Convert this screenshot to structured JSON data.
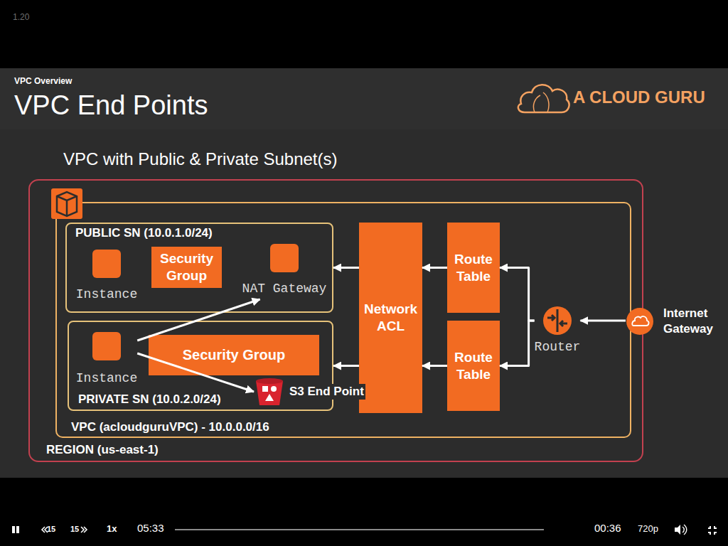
{
  "diagram": {
    "title": "VPC End Points",
    "nodes": [
      {
        "text": [
          "REGION (us-east-1)"
        ]
      },
      {
        "text": [
          "VPC (acloudguruVPC) - 10.0.0.0/16"
        ],
        "in": 0
      },
      {
        "text": [
          "PUBLIC SN (10.0.1.0/24)"
        ],
        "in": 1
      },
      {
        "text": [
          "Instance"
        ],
        "in": 2
      },
      {
        "text": [
          "Security Group"
        ],
        "in": 2
      },
      {
        "text": [
          "NAT Gateway"
        ],
        "in": 2
      },
      {
        "text": [
          "PRIVATE SN (10.0.2.0/24)"
        ],
        "in": 1
      },
      {
        "text": [
          "Instance"
        ],
        "in": 6
      },
      {
        "text": [
          "Security Group"
        ],
        "in": 6
      },
      {
        "text": [
          "S3 End Point"
        ],
        "in": 6
      },
      {
        "text": [
          "Network ACL"
        ],
        "in": 1
      },
      {
        "text": [
          "Route Table"
        ],
        "in": 1
      },
      {
        "text": [
          "Route Table"
        ],
        "in": 1
      },
      {
        "text": [
          "Router"
        ],
        "in": 1
      },
      {
        "text": [
          "Internet Gateway"
        ]
      }
    ],
    "edges": [
      {
        "from": 14,
        "to": 13,
        "arrow": "to"
      },
      {
        "from": 13,
        "to": 11,
        "arrow": "to"
      },
      {
        "from": 13,
        "to": 12,
        "arrow": "to"
      },
      {
        "from": 11,
        "to": 10,
        "arrow": "to"
      },
      {
        "from": 12,
        "to": 10,
        "arrow": "to"
      },
      {
        "from": 10,
        "to": 2,
        "arrow": "to"
      },
      {
        "from": 10,
        "to": 6,
        "arrow": "to"
      },
      {
        "from": 7,
        "to": 5,
        "arrow": "to"
      },
      {
        "from": 7,
        "to": 9,
        "arrow": "to"
      }
    ],
    "labels": [
      "1.20",
      "VPC Overview",
      "A CLOUD GURU",
      "VPC with Public & Private Subnet(s)",
      "15",
      "15",
      "1x",
      "05:33",
      "00:36",
      "720p"
    ]
  }
}
